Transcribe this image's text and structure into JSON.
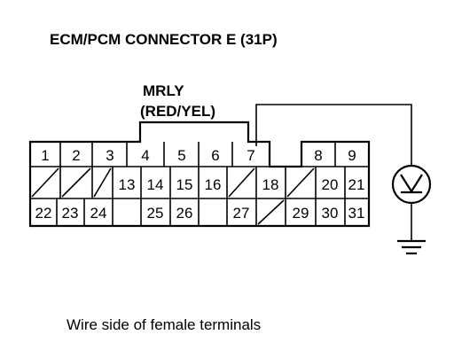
{
  "title": "ECM/PCM CONNECTOR E (31P)",
  "wire": {
    "name": "MRLY",
    "color": "(RED/YEL)"
  },
  "caption": "Wire side of female terminals",
  "meter_icon": "voltmeter-symbol",
  "ground_icon": "ground-symbol",
  "connector": {
    "pins": [
      "1",
      "2",
      "3",
      "4",
      "5",
      "6",
      "7",
      "8",
      "9",
      "13",
      "14",
      "15",
      "16",
      "18",
      "20",
      "21",
      "22",
      "23",
      "24",
      "25",
      "26",
      "27",
      "29",
      "30",
      "31"
    ],
    "empty_cavities": 6,
    "probed_pin": "7"
  }
}
